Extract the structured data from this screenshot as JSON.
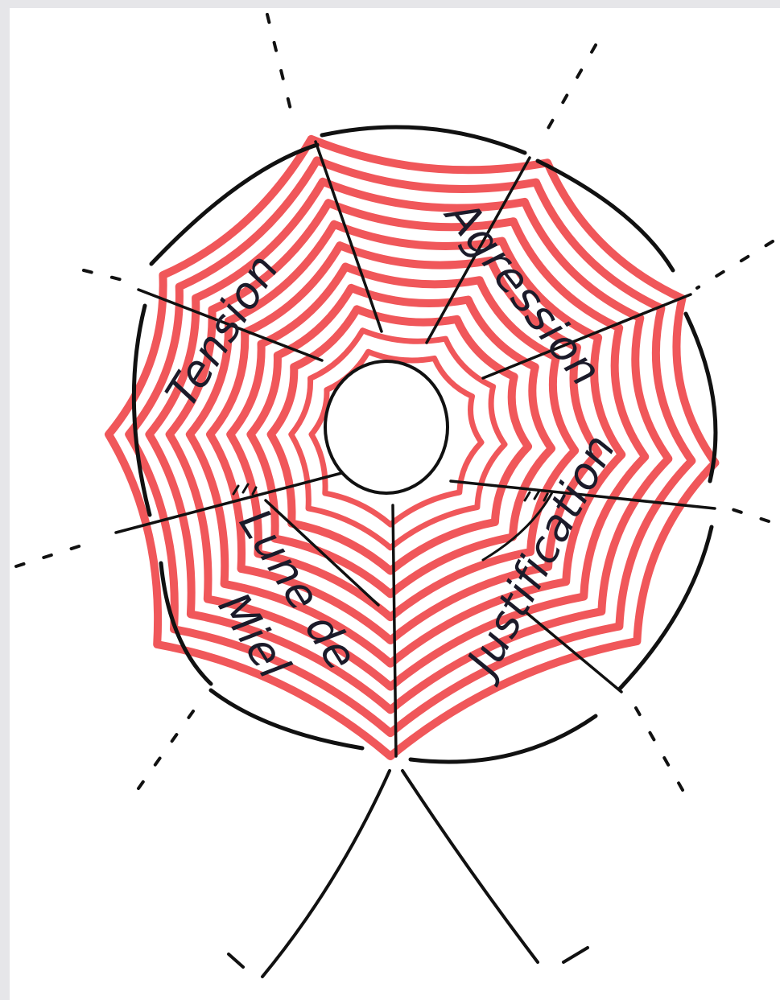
{
  "diagram": {
    "labels": {
      "tension": "Tension",
      "agression": "Agression",
      "justification": "Justification",
      "lune": "Lune de",
      "miel": "Miel"
    },
    "colors": {
      "web": "#f0575a",
      "ink": "#111111",
      "paper": "#ffffff",
      "background": "#e6e6e9"
    }
  }
}
